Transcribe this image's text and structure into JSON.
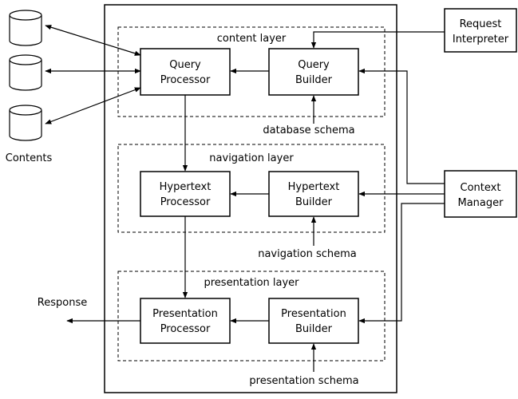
{
  "layers": {
    "content": "content layer",
    "navigation": "navigation layer",
    "presentation": "presentation layer"
  },
  "boxes": {
    "query_processor": [
      "Query",
      "Processor"
    ],
    "query_builder": [
      "Query",
      "Builder"
    ],
    "hypertext_processor": [
      "Hypertext",
      "Processor"
    ],
    "hypertext_builder": [
      "Hypertext",
      "Builder"
    ],
    "presentation_processor": [
      "Presentation",
      "Processor"
    ],
    "presentation_builder": [
      "Presentation",
      "Builder"
    ],
    "request_interpreter": [
      "Request",
      "Interpreter"
    ],
    "context_manager": [
      "Context",
      "Manager"
    ]
  },
  "schemas": {
    "database": "database schema",
    "navigation": "navigation schema",
    "presentation": "presentation schema"
  },
  "labels": {
    "contents": "Contents",
    "response": "Response"
  }
}
